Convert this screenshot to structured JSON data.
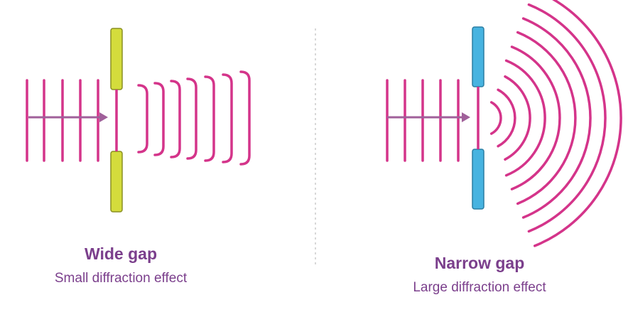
{
  "panels": [
    {
      "id": "wide",
      "title": "Wide gap",
      "subtitle": "Small diffraction effect",
      "barrier_color": "#d4dc3c",
      "barrier_stroke": "#8a8f22"
    },
    {
      "id": "narrow",
      "title": "Narrow gap",
      "subtitle": "Large diffraction effect",
      "barrier_color": "#47b3e0",
      "barrier_stroke": "#2b7ea3"
    }
  ],
  "colors": {
    "wave": "#d4348a",
    "arrow": "#a0609a",
    "divider": "#cccccc",
    "text": "#7b3f8c"
  }
}
